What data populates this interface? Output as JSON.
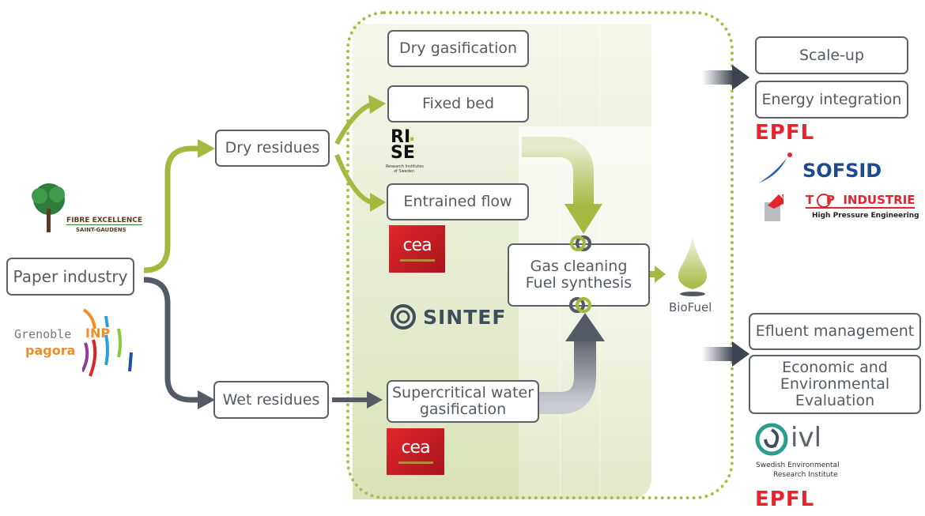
{
  "diagram": {
    "source": {
      "label": "Paper industry"
    },
    "branches": {
      "dry": {
        "label": "Dry residues"
      },
      "wet": {
        "label": "Wet residues"
      }
    },
    "gasification": {
      "header": "Dry gasification",
      "fixed_bed": "Fixed bed",
      "entrained_flow": "Entrained flow",
      "supercritical": {
        "line1": "Supercritical water",
        "line2": "gasification"
      }
    },
    "cleaning": {
      "line1": "Gas cleaning",
      "line2": "Fuel synthesis"
    },
    "product": {
      "label": "BioFuel"
    },
    "outputs_top": [
      {
        "label": "Scale-up"
      },
      {
        "label": "Energy integration"
      }
    ],
    "outputs_bottom": [
      {
        "label": "Efluent management"
      },
      {
        "line1": "Economic and",
        "line2": "Environmental",
        "line3": "Evaluation"
      }
    ],
    "colors": {
      "green": "#a3b93f",
      "slate": "#555b66",
      "dotted_border": "#a6bf4a"
    }
  },
  "logos": {
    "fibre_excellence": {
      "name": "FIBRE EXCELLENCE",
      "sub": "SAINT-GAUDENS"
    },
    "grenoble_inp": {
      "line1a": "Grenoble",
      "line1b": "INP",
      "line2": "pagora"
    },
    "rise": {
      "line1a": "RI",
      "line1b": ".",
      "line2": "SE",
      "caption1": "Research Institutes",
      "caption2": "of Sweden"
    },
    "cea": {
      "name": "cea"
    },
    "sintef": {
      "name": "SINTEF"
    },
    "epfl": {
      "name": "EPFL"
    },
    "sofsid": {
      "name": "SOFSID"
    },
    "top_industrie": {
      "name": "T   P  INDUSTRIE",
      "tagline": "High Pressure Engineering"
    },
    "ivl": {
      "name": "ivl",
      "caption1": "Swedish Environmental",
      "caption2": "Research Institute"
    }
  }
}
